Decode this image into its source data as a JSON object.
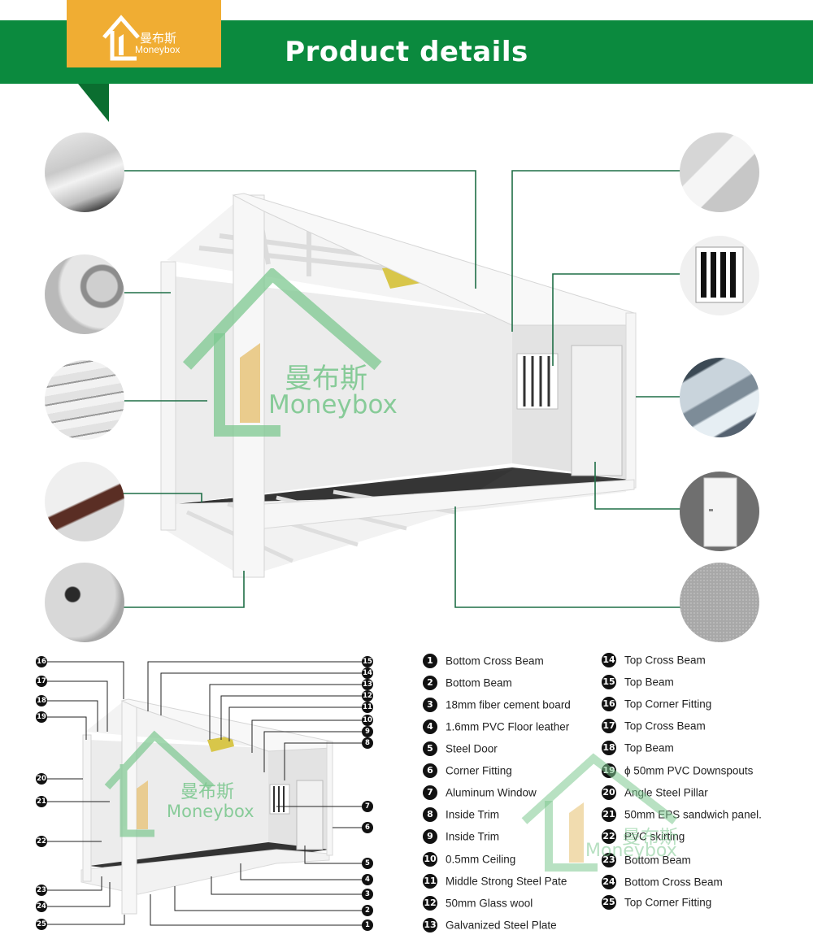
{
  "header": {
    "title": "Product details",
    "logo_cn": "曼布斯",
    "logo_en": "Moneybox"
  },
  "watermark": {
    "cn": "曼布斯",
    "en": "Moneybox"
  },
  "legend": {
    "left": [
      {
        "n": "1",
        "label": "Bottom Cross Beam"
      },
      {
        "n": "2",
        "label": "Bottom Beam"
      },
      {
        "n": "3",
        "label": "18mm fiber cement board"
      },
      {
        "n": "4",
        "label": "1.6mm PVC Floor leather"
      },
      {
        "n": "5",
        "label": "Steel Door"
      },
      {
        "n": "6",
        "label": "Corner Fitting"
      },
      {
        "n": "7",
        "label": "Aluminum Window"
      },
      {
        "n": "8",
        "label": "Inside Trim"
      },
      {
        "n": "9",
        "label": "Inside Trim"
      },
      {
        "n": "10",
        "label": "0.5mm Ceiling"
      },
      {
        "n": "11",
        "label": "Middle Strong Steel Pate"
      },
      {
        "n": "12",
        "label": "50mm Glass wool"
      },
      {
        "n": "13",
        "label": "Galvanized Steel Plate"
      }
    ],
    "right": [
      {
        "n": "14",
        "label": "Top Cross Beam"
      },
      {
        "n": "15",
        "label": "Top Beam"
      },
      {
        "n": "16",
        "label": "Top Corner Fitting"
      },
      {
        "n": "17",
        "label": "Top Cross Beam"
      },
      {
        "n": "18",
        "label": "Top Beam"
      },
      {
        "n": "19",
        "label": "ϕ 50mm PVC Downspouts"
      },
      {
        "n": "20",
        "label": "Angle Steel Pillar"
      },
      {
        "n": "21",
        "label": "50mm EPS sandwich panel."
      },
      {
        "n": "22",
        "label": "PVC skirting"
      },
      {
        "n": "23",
        "label": "Bottom Beam"
      },
      {
        "n": "24",
        "label": "Bottom Cross Beam"
      },
      {
        "n": "25",
        "label": "Top Corner Fitting"
      }
    ]
  },
  "diagram_left_numbers": [
    "16",
    "17",
    "18",
    "19",
    "20",
    "21",
    "22",
    "23",
    "24",
    "25"
  ],
  "diagram_right_numbers": [
    "15",
    "14",
    "13",
    "12",
    "11",
    "10",
    "9",
    "8",
    "7",
    "6",
    "5",
    "4",
    "3",
    "2",
    "1"
  ],
  "colors": {
    "banner": "#0b8a3e",
    "logo": "#f0ad33",
    "leader_line": "#1f6e46",
    "watermark": "#7dc890"
  }
}
